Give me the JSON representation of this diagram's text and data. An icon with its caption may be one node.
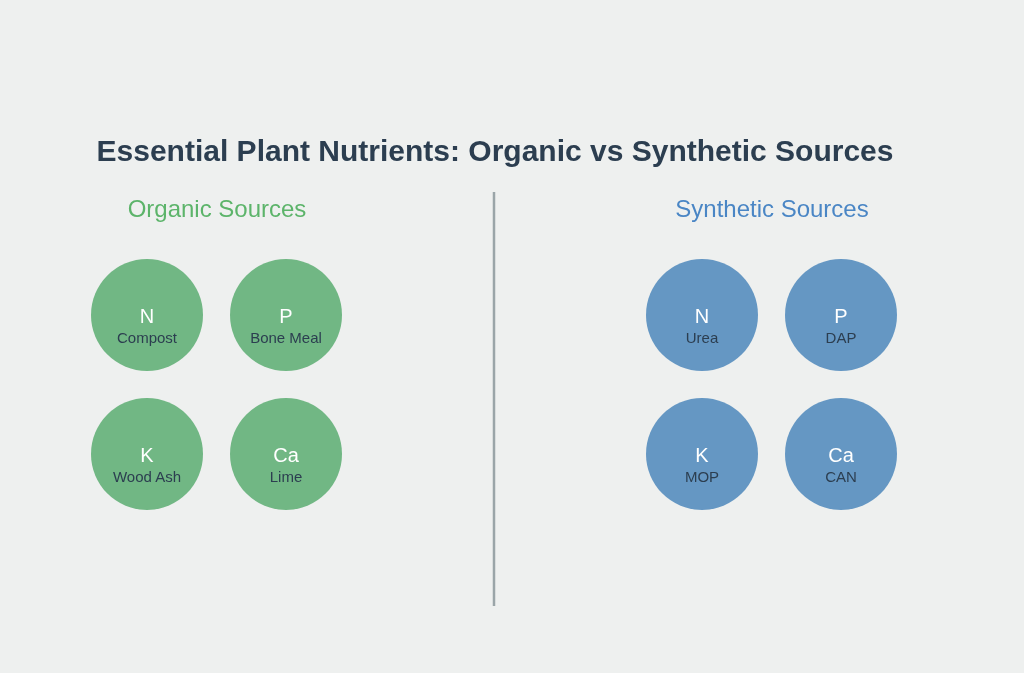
{
  "diagram": {
    "title": "Essential Plant Nutrients: Organic vs Synthetic Sources",
    "nodes": [
      {
        "text": [
          "N",
          "Compost"
        ]
      },
      {
        "text": [
          "P",
          "Bone Meal"
        ]
      },
      {
        "text": [
          "K",
          "Wood Ash"
        ]
      },
      {
        "text": [
          "Ca",
          "Lime"
        ]
      },
      {
        "text": [
          "N",
          "Urea"
        ]
      },
      {
        "text": [
          "P",
          "DAP"
        ]
      },
      {
        "text": [
          "K",
          "MOP"
        ]
      },
      {
        "text": [
          "Ca",
          "CAN"
        ]
      }
    ],
    "labels": [
      "Organic Sources",
      "Synthetic Sources"
    ]
  }
}
